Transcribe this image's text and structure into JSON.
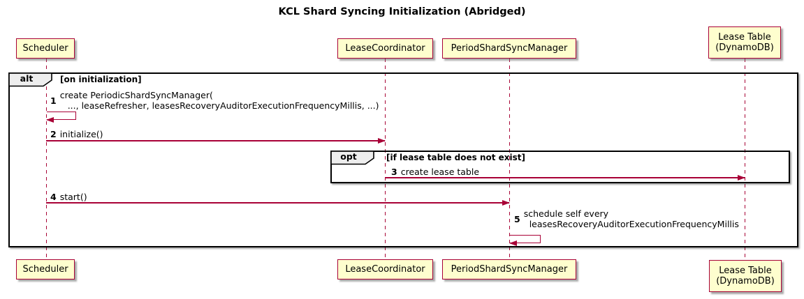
{
  "title": "KCL Shard Syncing Initialization (Abridged)",
  "colors": {
    "participant_fill": "#FEFECE",
    "participant_border": "#A80036",
    "arrow": "#A80036",
    "frame_border": "#000000",
    "frame_label_fill": "#EEEEEE"
  },
  "participants": [
    {
      "name": "Scheduler"
    },
    {
      "name": "LeaseCoordinator"
    },
    {
      "name": "PeriodShardSyncManager"
    },
    {
      "line1": "Lease Table",
      "line2": "(DynamoDB)"
    }
  ],
  "frames": {
    "alt": {
      "label": "alt",
      "condition": "[on initialization]"
    },
    "opt": {
      "label": "opt",
      "condition": "[if lease table does not exist]"
    }
  },
  "messages": [
    {
      "seq": "1",
      "line1": "create PeriodicShardSyncManager(",
      "line2": "..., leaseRefresher, leasesRecoveryAuditorExecutionFrequencyMillis, ...)"
    },
    {
      "seq": "2",
      "text": "initialize()"
    },
    {
      "seq": "3",
      "text": "create lease table"
    },
    {
      "seq": "4",
      "text": "start()"
    },
    {
      "seq": "5",
      "line1": "schedule self every",
      "line2": "leasesRecoveryAuditorExecutionFrequencyMillis"
    }
  ]
}
